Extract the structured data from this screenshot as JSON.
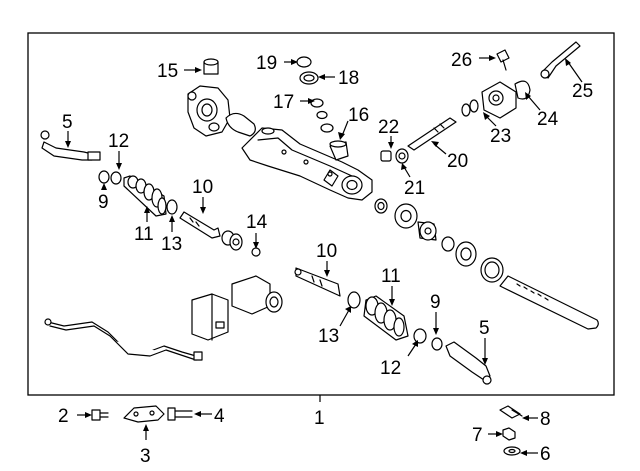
{
  "labels": {
    "l1": "1",
    "l2": "2",
    "l3": "3",
    "l4": "4",
    "l5a": "5",
    "l5b": "5",
    "l6": "6",
    "l7": "7",
    "l8": "8",
    "l9a": "9",
    "l9b": "9",
    "l10a": "10",
    "l10b": "10",
    "l11a": "11",
    "l11b": "11",
    "l12a": "12",
    "l12b": "12",
    "l13a": "13",
    "l13b": "13",
    "l14": "14",
    "l15": "15",
    "l16": "16",
    "l17": "17",
    "l18": "18",
    "l19": "19",
    "l20": "20",
    "l21": "21",
    "l22": "22",
    "l23": "23",
    "l24": "24",
    "l25": "25",
    "l26": "26"
  }
}
